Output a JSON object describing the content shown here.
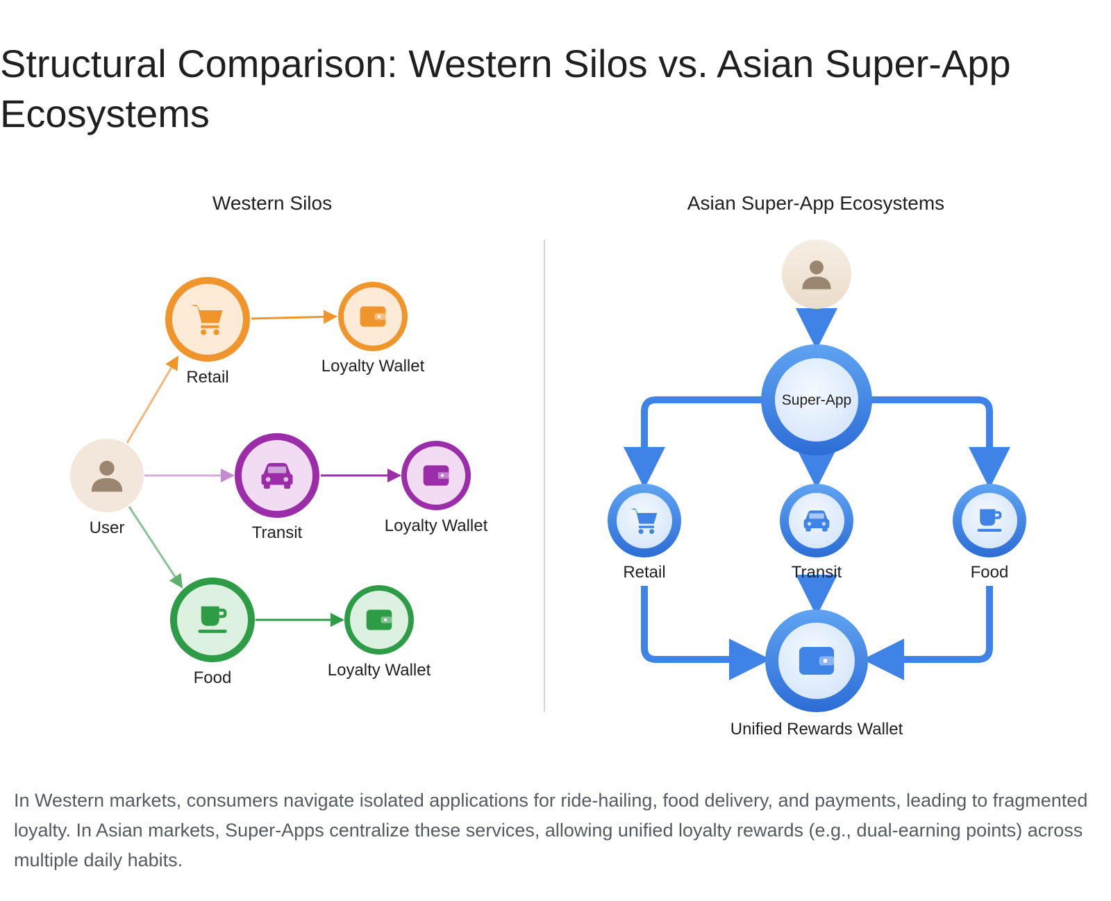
{
  "page": {
    "title": "Structural Comparison: Western Silos vs. Asian Super-App Ecosystems",
    "caption": "In Western markets, consumers navigate isolated applications for ride-hailing, food delivery, and payments, leading to fragmented loyalty. In Asian markets, Super-Apps centralize these services, allowing unified loyalty rewards (e.g., dual-earning points) across multiple daily habits."
  },
  "colors": {
    "retail": "#F0952C",
    "transit": "#9B2EA8",
    "food": "#2E9B47",
    "super_app": "#3F83E6",
    "user_bg": "#F2E7DA",
    "user_icon": "#9A8670"
  },
  "western": {
    "heading": "Western Silos",
    "user_label": "User",
    "retail_label": "Retail",
    "retail_wallet_label": "Loyalty Wallet",
    "transit_label": "Transit",
    "transit_wallet_label": "Loyalty Wallet",
    "food_label": "Food",
    "food_wallet_label": "Loyalty Wallet",
    "icons": [
      "user-icon",
      "cart-icon",
      "car-icon",
      "cup-icon",
      "wallet-icon"
    ]
  },
  "asian": {
    "heading": "Asian Super-App Ecosystems",
    "super_app_label": "Super-App",
    "retail_label": "Retail",
    "transit_label": "Transit",
    "food_label": "Food",
    "wallet_label": "Unified Rewards Wallet",
    "icons": [
      "user-icon",
      "cart-icon",
      "car-icon",
      "cup-icon",
      "wallet-icon"
    ]
  }
}
